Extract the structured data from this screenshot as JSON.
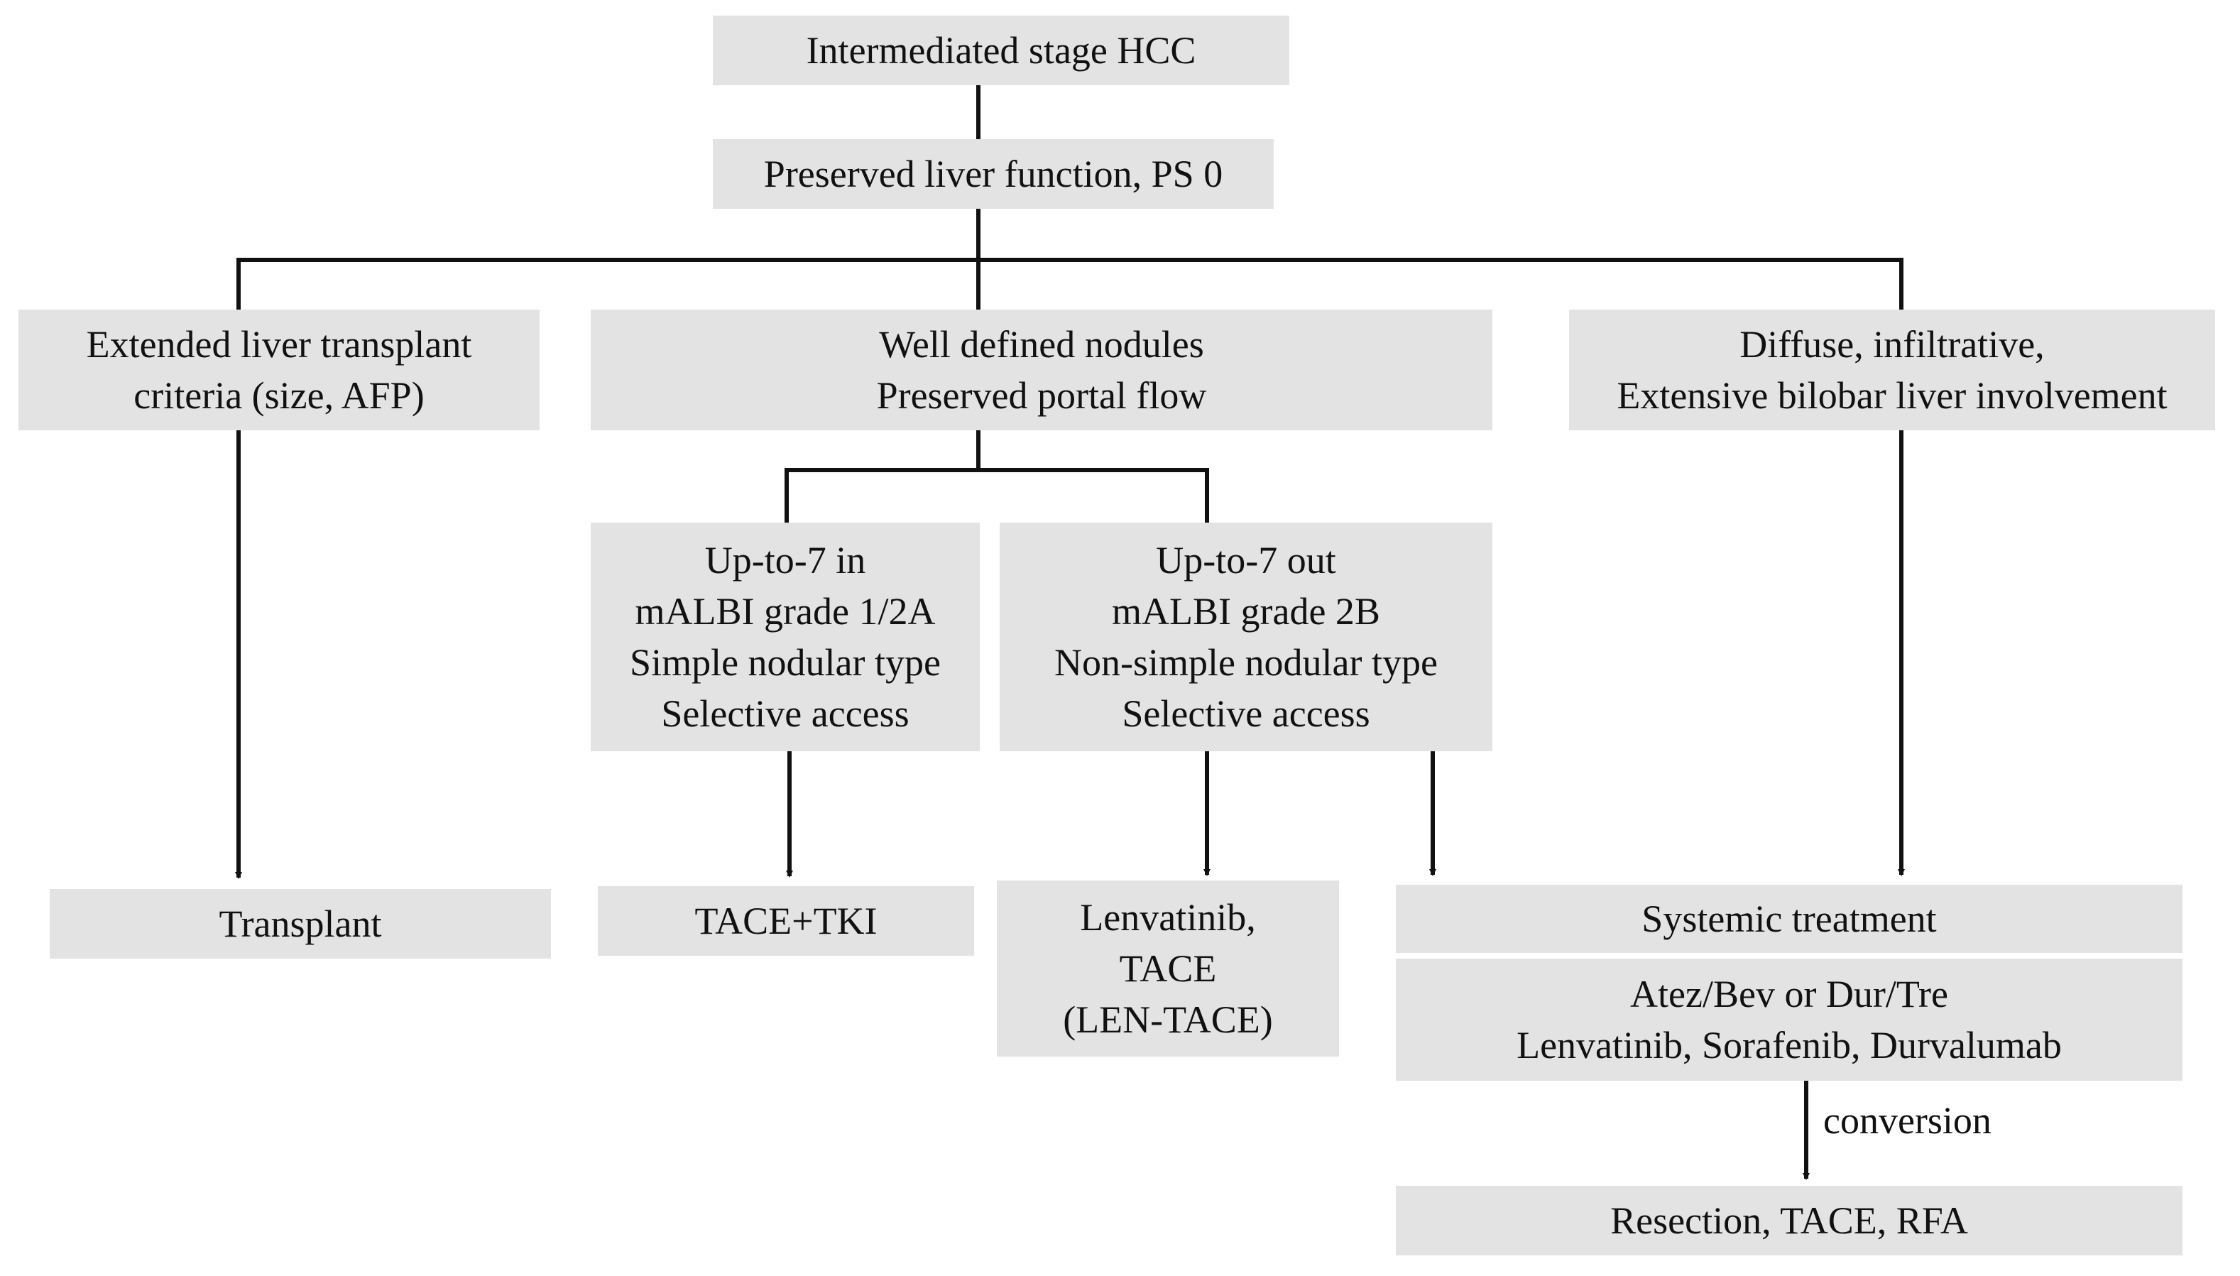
{
  "nodes": {
    "root": [
      "Intermediated stage HCC"
    ],
    "preserved": [
      "Preserved liver function, PS 0"
    ],
    "extended": [
      "Extended liver transplant",
      "criteria (size, AFP)"
    ],
    "well_defined": [
      "Well defined nodules",
      "Preserved portal flow"
    ],
    "diffuse": [
      "Diffuse, infiltrative,",
      "Extensive  bilobar  liver involvement"
    ],
    "up_in": [
      "Up-to-7 in",
      "mALBI grade 1/2A",
      "Simple nodular type",
      "Selective access"
    ],
    "up_out": [
      "Up-to-7 out",
      "mALBI grade 2B",
      "Non-simple nodular type",
      "Selective access"
    ],
    "transplant": [
      "Transplant"
    ],
    "tace_tki": [
      "TACE+TKI"
    ],
    "lenvatinib": [
      "Lenvatinib,",
      "TACE",
      "(LEN-TACE)"
    ],
    "systemic": [
      "Systemic treatment"
    ],
    "drugs": [
      "Atez/Bev or Dur/Tre",
      "Lenvatinib, Sorafenib, Durvalumab"
    ],
    "resection": [
      "Resection, TACE, RFA"
    ]
  },
  "edge_labels": {
    "conversion": "conversion"
  },
  "colors": {
    "box_fill": "#e3e3e3",
    "line": "#111111",
    "text": "#111111"
  }
}
